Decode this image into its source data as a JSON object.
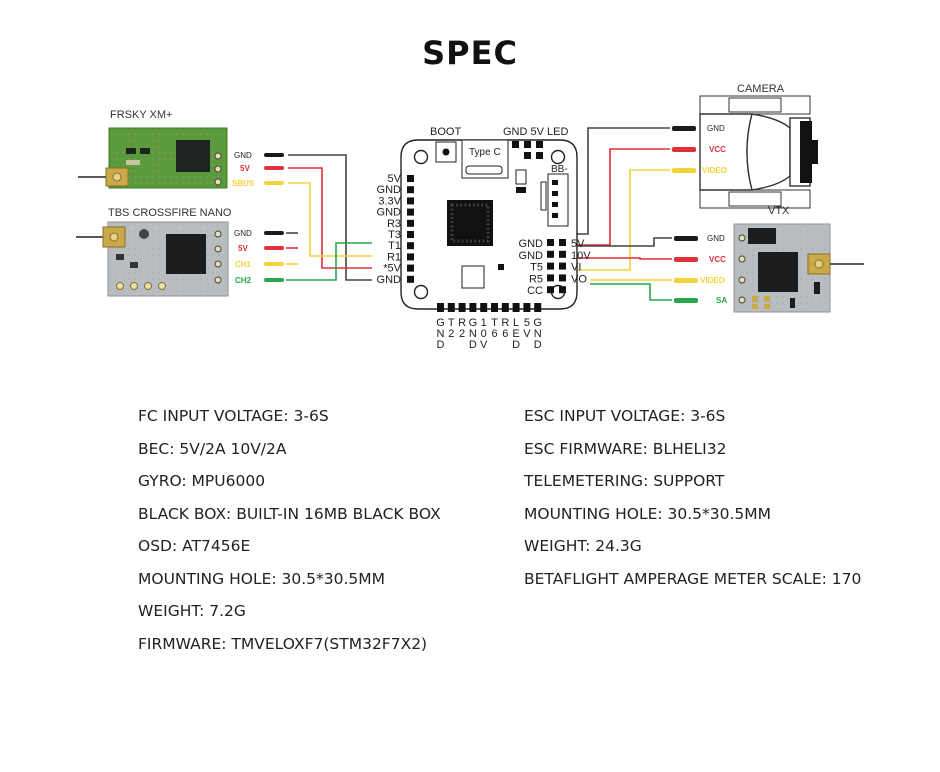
{
  "title": "SPEC",
  "diagram": {
    "frsky": {
      "name": "FRSKY XM+",
      "pins": [
        "GND",
        "5V",
        "SBUS"
      ]
    },
    "crossfire": {
      "name": "TBS CROSSFIRE NANO",
      "pins": [
        "GND",
        "5V",
        "CH1",
        "CH2"
      ]
    },
    "fc": {
      "boot": "BOOT",
      "led": "GND 5V LED",
      "usb": "Type C",
      "bb": "BB-",
      "left_pads": [
        "5V",
        "GND",
        "3.3V",
        "GND",
        "R3",
        "T3",
        "T1",
        "R1",
        "*5V",
        "GND"
      ],
      "right_pads": [
        {
          "a": "GND",
          "b": "5V"
        },
        {
          "a": "GND",
          "b": "10V"
        },
        {
          "a": "T5",
          "b": "VI"
        },
        {
          "a": "R5",
          "b": "VO"
        },
        {
          "a": "CC",
          "b": ""
        }
      ],
      "bottom_pads": [
        [
          "G",
          "N",
          "D"
        ],
        [
          "T",
          "2"
        ],
        [
          "R",
          "2"
        ],
        [
          "G",
          "N",
          "D"
        ],
        [
          "1",
          "0",
          "V"
        ],
        [
          "T",
          "6"
        ],
        [
          "R",
          "6"
        ],
        [
          "L",
          "E",
          "D"
        ],
        [
          "5",
          "V"
        ],
        [
          "G",
          "N",
          "D"
        ]
      ]
    },
    "camera": {
      "name": "CAMERA",
      "pins": [
        "GND",
        "VCC",
        "VIDEO"
      ]
    },
    "vtx": {
      "name": "VTX",
      "pins": [
        "GND",
        "VCC",
        "VIDEO",
        "SA"
      ]
    },
    "wire_colors": {
      "black": "#1a1a1a",
      "red": "#e0303a",
      "yellow": "#f2d43a",
      "green": "#27a84a",
      "gray": "#444444"
    }
  },
  "specs": {
    "left": [
      "FC INPUT VOLTAGE: 3-6S",
      "BEC: 5V/2A 10V/2A",
      "GYRO: MPU6000",
      "BLACK BOX: BUILT-IN 16MB BLACK BOX",
      "OSD: AT7456E",
      "MOUNTING HOLE: 30.5*30.5MM",
      "WEIGHT: 7.2G",
      "FIRMWARE: TMVELOXF7(STM32F7X2)"
    ],
    "right": [
      "ESC INPUT VOLTAGE: 3-6S",
      "ESC FIRMWARE: BLHELI32",
      "TELEMETERING: SUPPORT",
      "MOUNTING HOLE: 30.5*30.5MM",
      "WEIGHT: 24.3G",
      "BETAFLIGHT AMPERAGE METER SCALE: 170"
    ]
  }
}
